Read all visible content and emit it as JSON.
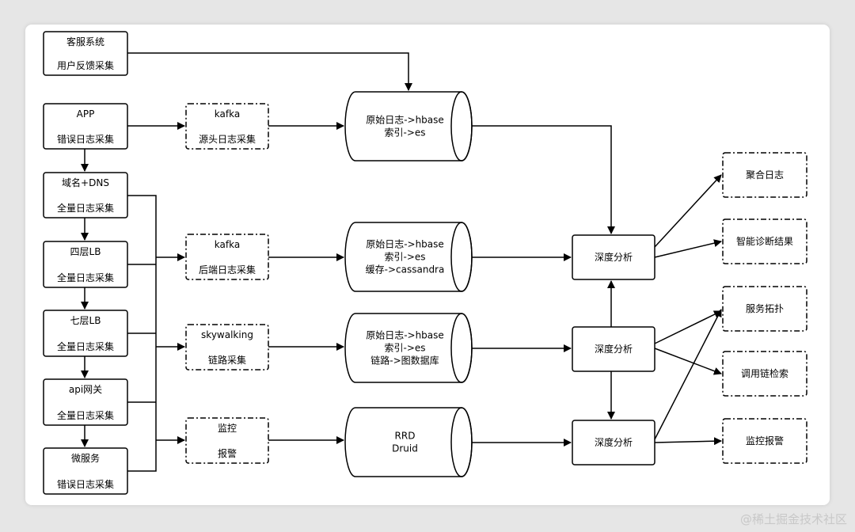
{
  "sources": {
    "kefu": [
      "客服系统",
      "用户反馈采集"
    ],
    "app": [
      "APP",
      "错误日志采集"
    ],
    "dns": [
      "域名+DNS",
      "全量日志采集"
    ],
    "lb4": [
      "四层LB",
      "全量日志采集"
    ],
    "lb7": [
      "七层LB",
      "全量日志采集"
    ],
    "apigw": [
      "api网关",
      "全量日志采集"
    ],
    "micro": [
      "微服务",
      "错误日志采集"
    ]
  },
  "collectors": {
    "kafka1": [
      "kafka",
      "源头日志采集"
    ],
    "kafka2": [
      "kafka",
      "后端日志采集"
    ],
    "skywalking": [
      "skywalking",
      "链路采集"
    ],
    "monitor": [
      "监控",
      "报警"
    ]
  },
  "storages": {
    "st1": [
      "原始日志->hbase",
      "索引->es"
    ],
    "st2": [
      "原始日志->hbase",
      "索引->es",
      "缓存->cassandra"
    ],
    "st3": [
      "原始日志->hbase",
      "索引->es",
      "链路->图数据库"
    ],
    "st4": [
      "RRD",
      "Druid"
    ]
  },
  "analysis": {
    "a1": [
      "深度分析"
    ],
    "a2": [
      "深度分析"
    ],
    "a3": [
      "深度分析"
    ]
  },
  "outputs": {
    "o1": [
      "聚合日志"
    ],
    "o2": [
      "智能诊断结果"
    ],
    "o3": [
      "服务拓扑"
    ],
    "o4": [
      "调用链检索"
    ],
    "o5": [
      "监控报警"
    ]
  },
  "watermark": "@稀土掘金技术社区"
}
